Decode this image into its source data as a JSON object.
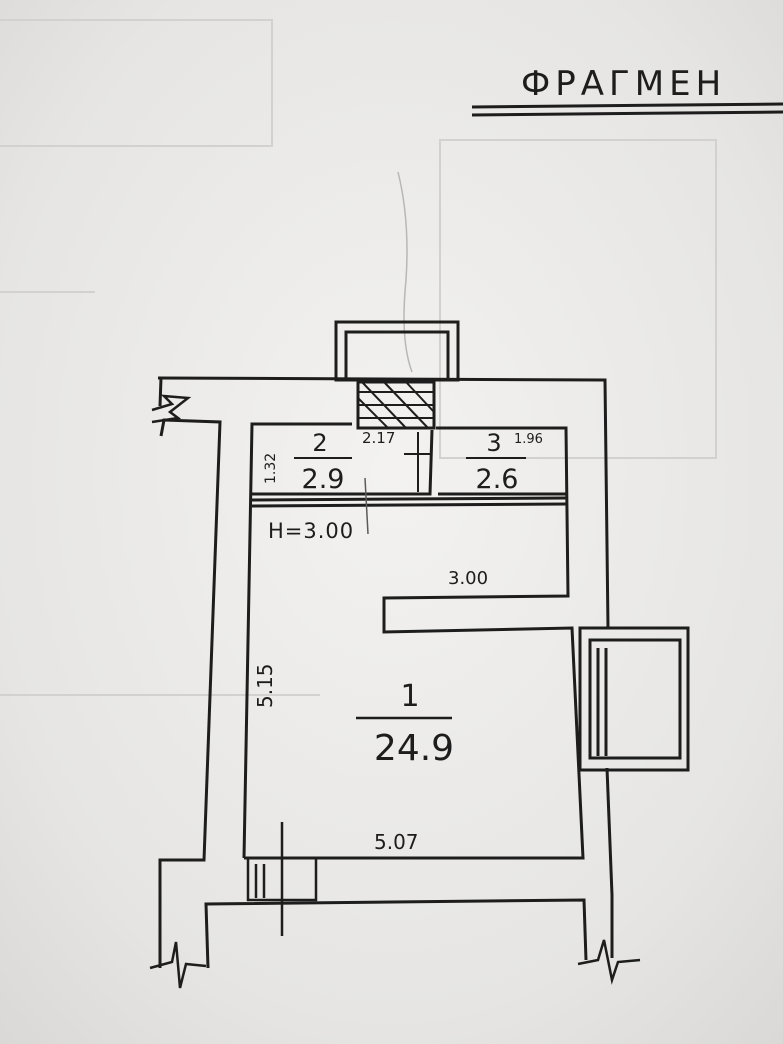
{
  "header": {
    "title": "ФРАГМЕН"
  },
  "rooms": [
    {
      "number": "1",
      "area": "24.9"
    },
    {
      "number": "2",
      "area": "2.9"
    },
    {
      "number": "3",
      "area": "2.6"
    }
  ],
  "dimensions": {
    "room1_width": "5.07",
    "room1_length": "5.15",
    "partition_length": "3.00",
    "room2_width": "2.17",
    "room2_depth": "1.32",
    "room3_width": "1.96",
    "ceiling_height": "H=3.00"
  },
  "colors": {
    "ink": "#1d1d1d",
    "paper": "#e9e8e6"
  }
}
